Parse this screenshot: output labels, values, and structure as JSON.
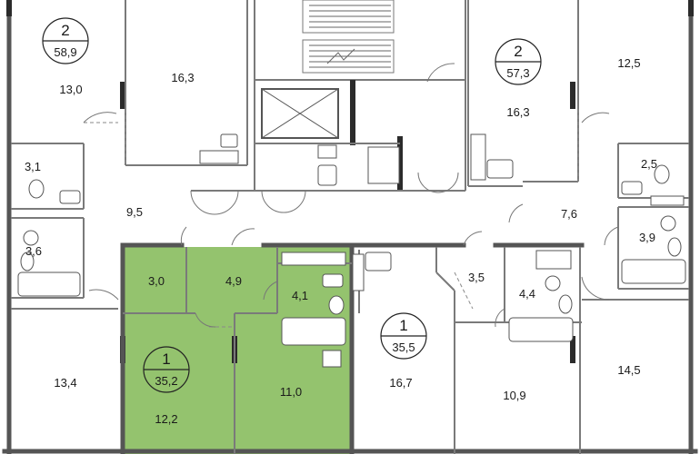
{
  "highlight_color": "#94c36e",
  "wall_color": "#555555",
  "apartments": [
    {
      "number": "2",
      "area": "58,9"
    },
    {
      "number": "2",
      "area": "57,3"
    },
    {
      "number": "1",
      "area": "35,2",
      "highlighted": true
    },
    {
      "number": "1",
      "area": "35,5"
    }
  ],
  "rooms": [
    "13,0",
    "16,3",
    "16,3",
    "12,5",
    "3,1",
    "2,5",
    "9,5",
    "7,6",
    "3,6",
    "3,9",
    "3,0",
    "4,9",
    "4,1",
    "3,5",
    "4,4",
    "13,4",
    "12,2",
    "11,0",
    "16,7",
    "10,9",
    "14,5"
  ]
}
